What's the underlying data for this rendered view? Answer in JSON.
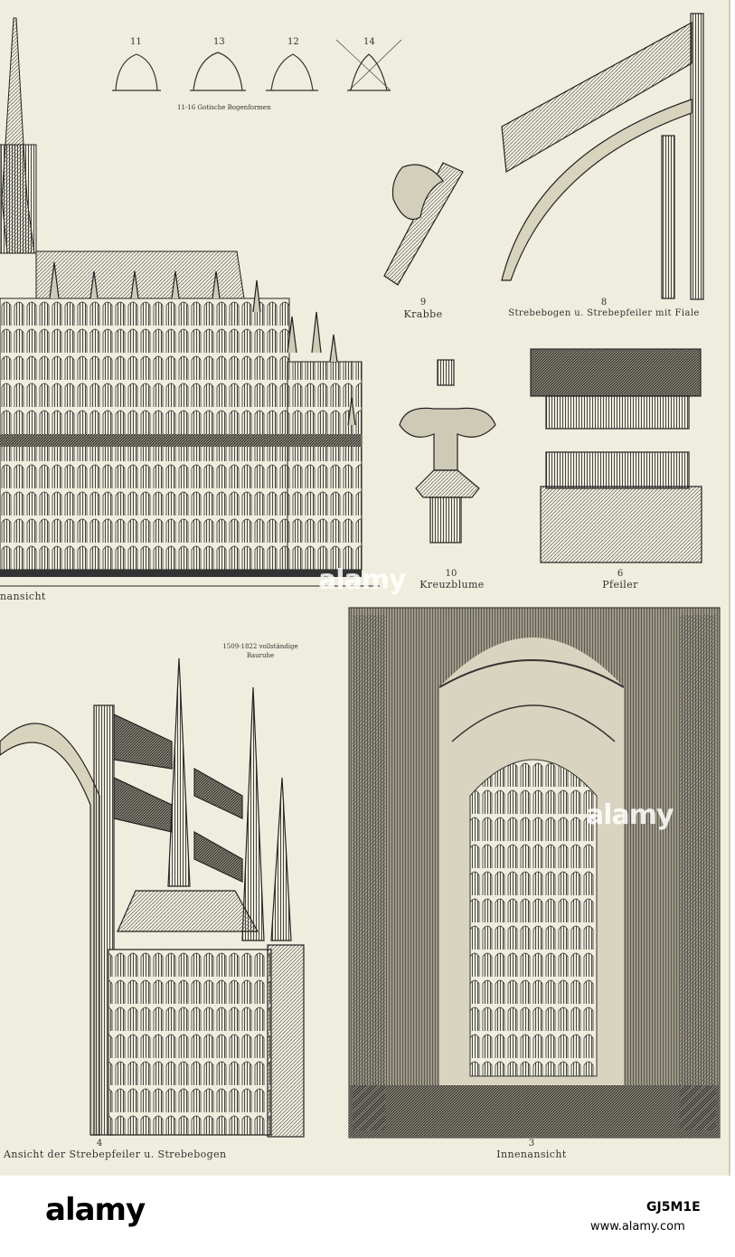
{
  "plate": {
    "arch_numbers": [
      "11",
      "13",
      "12",
      "14"
    ],
    "arch_caption": "11-16 Gotische Bogenformen",
    "fig9": {
      "num": "9",
      "label": "Krabbe"
    },
    "fig8": {
      "num": "8",
      "label": "Strebebogen u. Strebepfeiler mit Fiale"
    },
    "fig10": {
      "num": "10",
      "label": "Kreuzblume"
    },
    "fig6": {
      "num": "6",
      "label": "Pfeiler"
    },
    "fig_left_top": {
      "label": "nansicht"
    },
    "fig4": {
      "num": "4",
      "label": "Ansicht der Strebepfeiler u. Strebebogen"
    },
    "fig3": {
      "num": "3",
      "label": "Innenansicht"
    },
    "note_line1": "1509-1822 vollständige",
    "note_line2": "Bauruhe"
  },
  "watermark": {
    "text": "alamy"
  },
  "footer": {
    "logo": "alamy",
    "image_id": "GJ5M1E",
    "url": "www.alamy.com"
  },
  "colors": {
    "paper": "#efeddd",
    "ink": "#2a2a2a"
  }
}
